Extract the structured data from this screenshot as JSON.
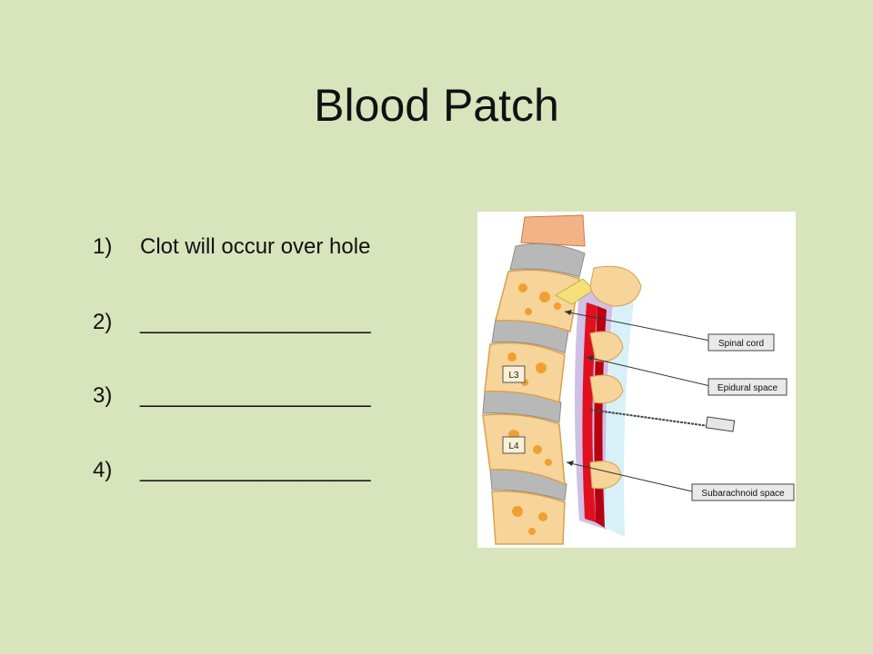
{
  "slide": {
    "title": "Blood Patch",
    "items": [
      {
        "number": "1)",
        "text": "Clot will occur over hole"
      },
      {
        "number": "2)",
        "text": "___________________"
      },
      {
        "number": "3)",
        "text": "___________________"
      },
      {
        "number": "4)",
        "text": "___________________"
      }
    ]
  },
  "diagram": {
    "vertebra_labels": [
      "L3",
      "L4"
    ],
    "callouts": [
      "Spinal cord",
      "Epidural space",
      "Subarachnoid space"
    ]
  },
  "colors": {
    "background": "#d8e4bc",
    "bone": "#f6d49a",
    "marrow": "#f0a030",
    "disc": "#b8b8b8",
    "dura": "#e01020",
    "epidural": "#cfc0e6"
  }
}
